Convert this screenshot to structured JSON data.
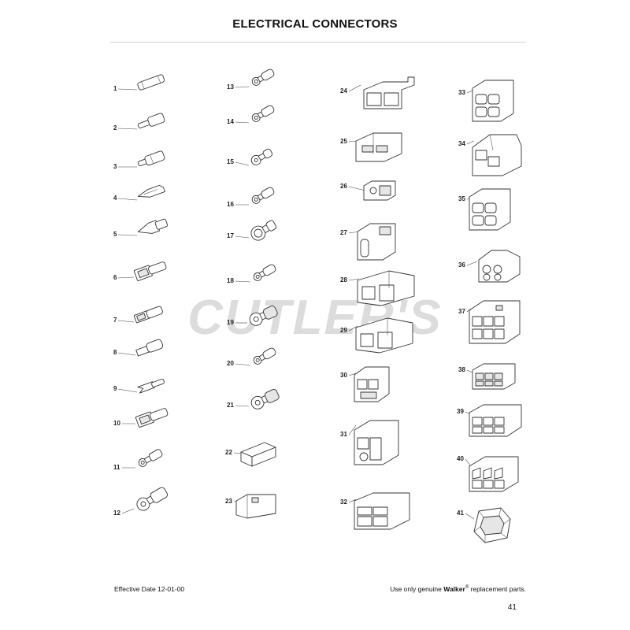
{
  "title": "ELECTRICAL CONNECTORS",
  "watermark": "CUTLER'S",
  "parts": [
    "1",
    "2",
    "3",
    "4",
    "5",
    "6",
    "7",
    "8",
    "9",
    "10",
    "11",
    "12",
    "13",
    "14",
    "15",
    "16",
    "17",
    "18",
    "19",
    "20",
    "21",
    "22",
    "23",
    "24",
    "25",
    "26",
    "27",
    "28",
    "29",
    "30",
    "31",
    "32",
    "33",
    "34",
    "35",
    "36",
    "37",
    "38",
    "39",
    "40",
    "41"
  ],
  "footer": {
    "effective_date": "Effective Date 12-01-00",
    "note_pre": "Use only genuine ",
    "note_brand": "Walker",
    "note_reg": "®",
    "note_post": " replacement parts.",
    "page_number": "41"
  }
}
